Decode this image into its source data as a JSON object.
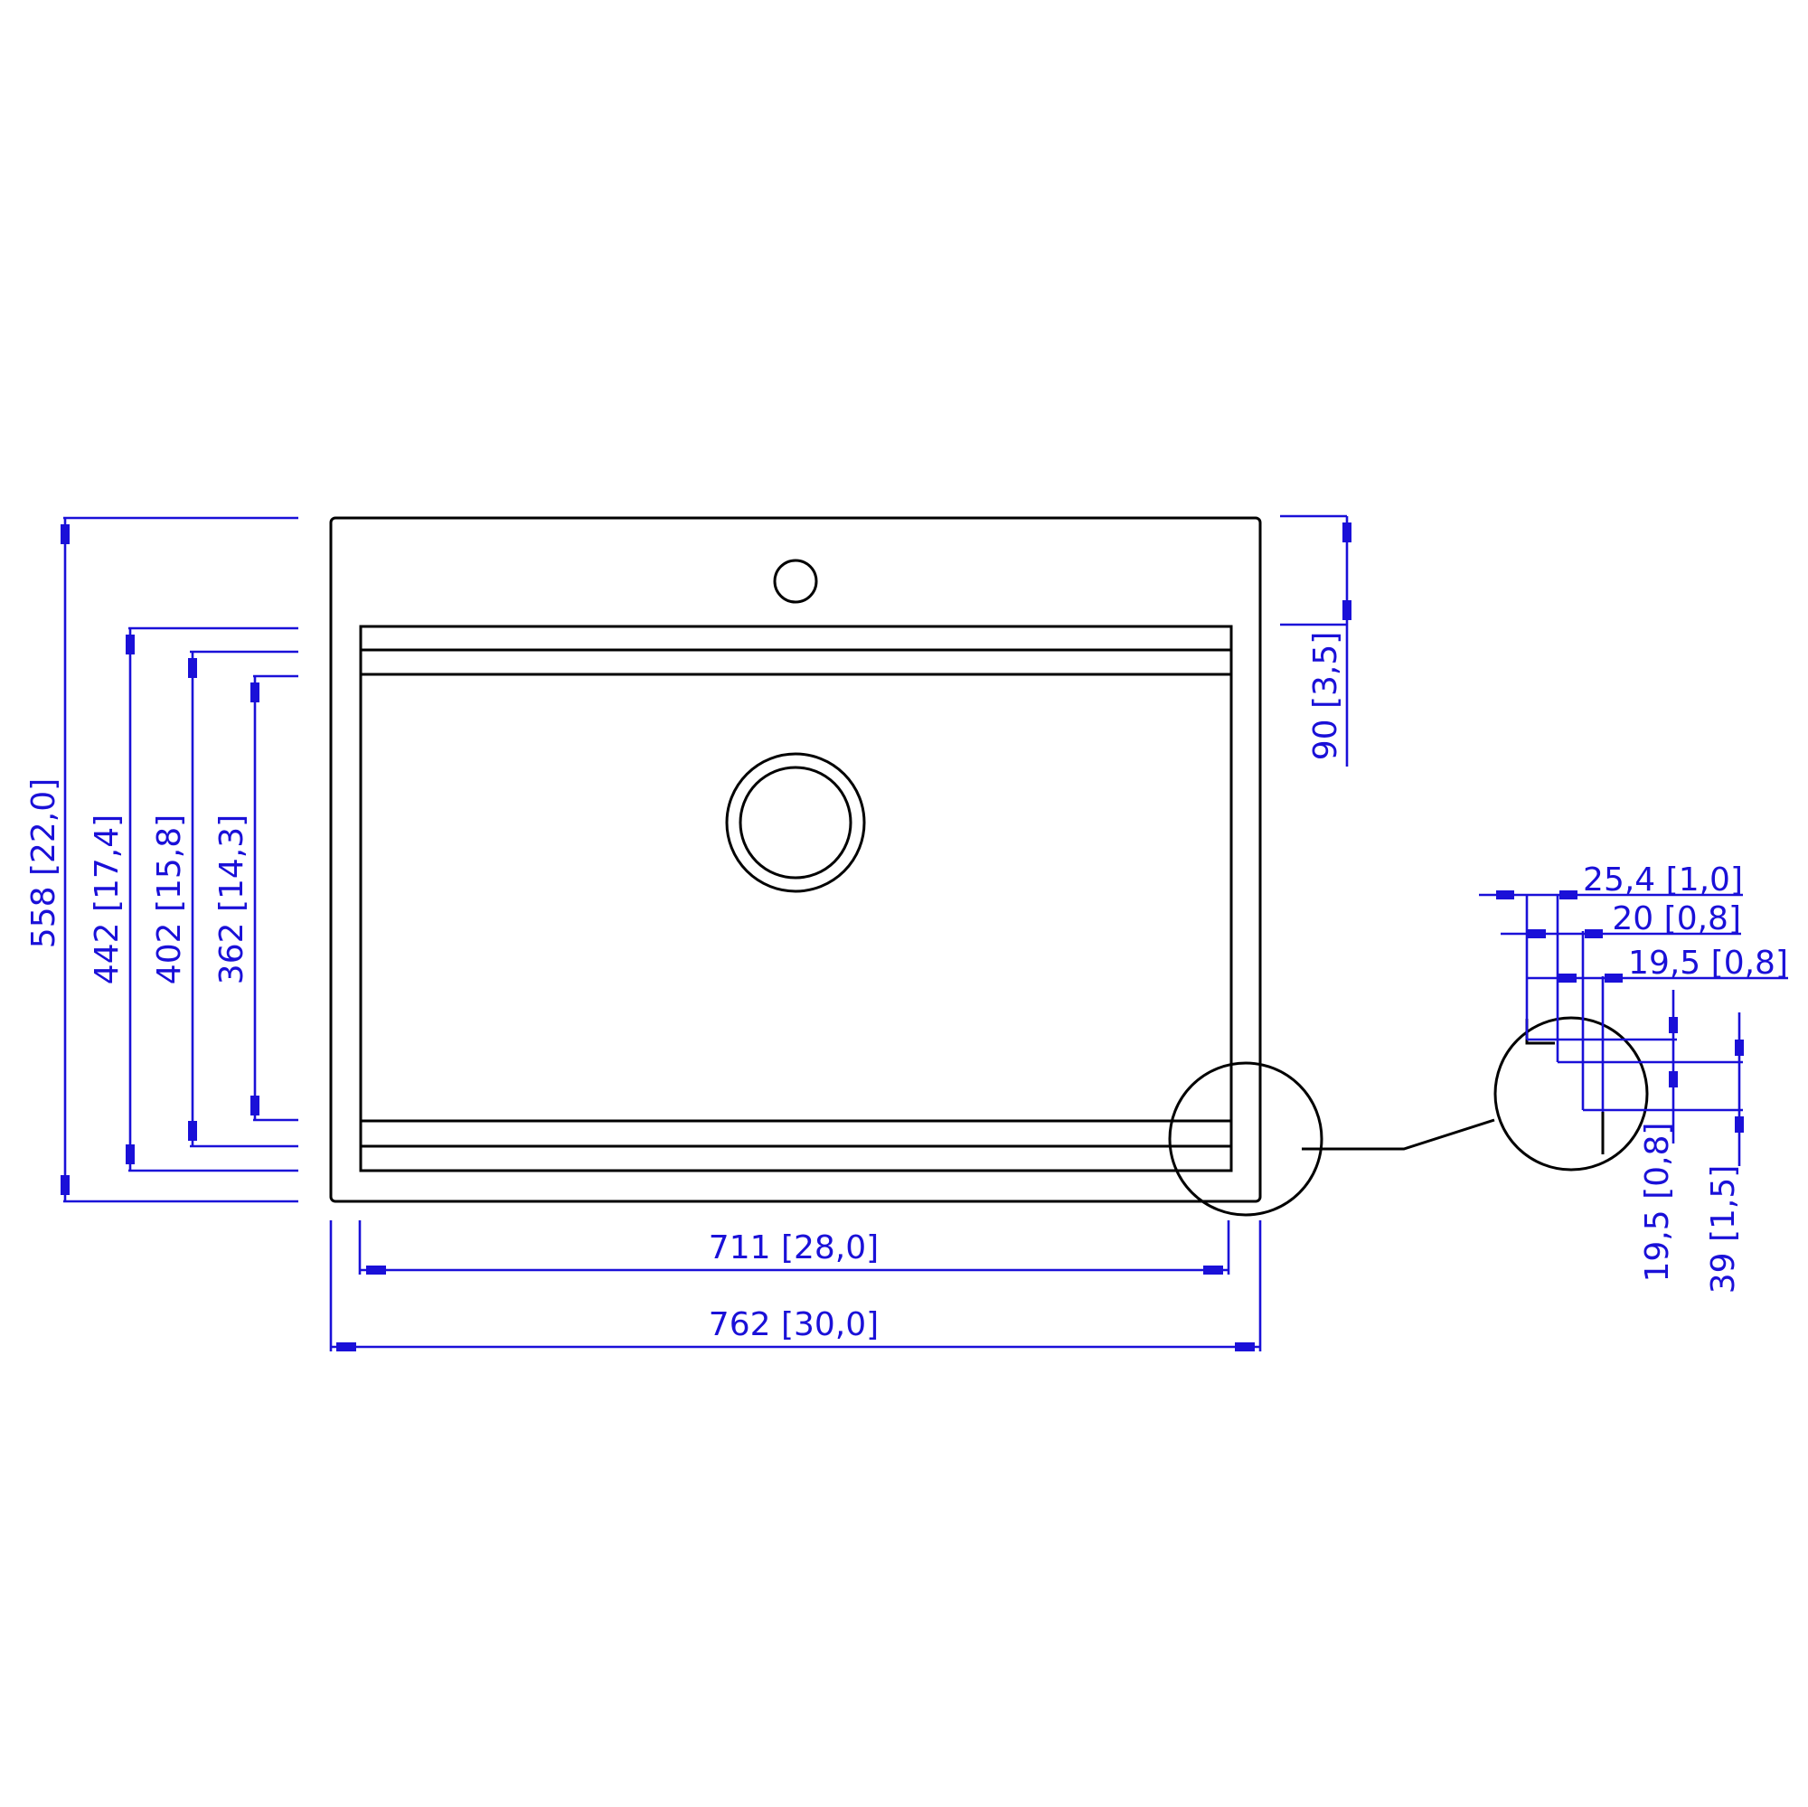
{
  "drawing": {
    "subject": "sink top view",
    "colors": {
      "part_lines": "#000000",
      "dimension_lines": "#1a10d8",
      "background": "#ffffff"
    },
    "units": {
      "primary": "mm",
      "secondary": "in"
    }
  },
  "dimensions": {
    "overall_height": {
      "label": "558 [22,0]",
      "mm": 558,
      "in": 22.0
    },
    "bowl_outer_height": {
      "label": "442 [17,4]",
      "mm": 442,
      "in": 17.4
    },
    "bowl_mid_height": {
      "label": "402 [15,8]",
      "mm": 402,
      "in": 15.8
    },
    "bowl_inner_height": {
      "label": "362 [14,3]",
      "mm": 362,
      "in": 14.3
    },
    "deck_depth": {
      "label": "90 [3,5]",
      "mm": 90,
      "in": 3.5
    },
    "bowl_width": {
      "label": "711 [28,0]",
      "mm": 711,
      "in": 28.0
    },
    "overall_width": {
      "label": "762 [30,0]",
      "mm": 762,
      "in": 30.0
    }
  },
  "detail": {
    "horizontal": [
      {
        "label": "25,4 [1,0]",
        "mm": 25.4,
        "in": 1.0
      },
      {
        "label": "20 [0,8]",
        "mm": 20,
        "in": 0.8
      },
      {
        "label": "19,5 [0,8]",
        "mm": 19.5,
        "in": 0.8
      }
    ],
    "vertical": [
      {
        "label": "19,5 [0,8]",
        "mm": 19.5,
        "in": 0.8
      },
      {
        "label": "39 [1,5]",
        "mm": 39,
        "in": 1.5
      }
    ]
  }
}
